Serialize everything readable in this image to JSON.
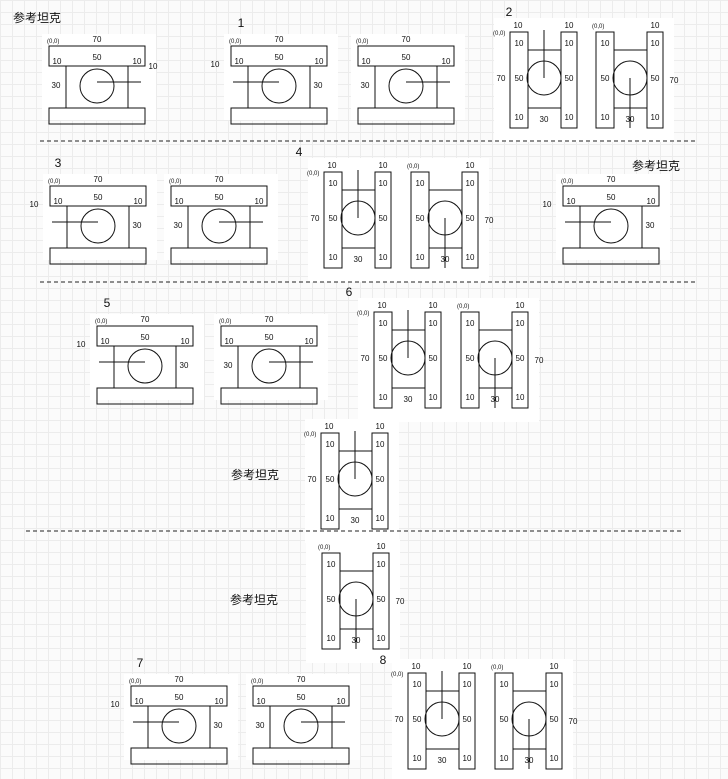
{
  "labels": {
    "origin": "(0,0)",
    "reference": "参考坦克",
    "dim70": "70",
    "dim50": "50",
    "dim30": "30",
    "dim10": "10"
  },
  "diagram_numbers": [
    "1",
    "2",
    "3",
    "4",
    "5",
    "6",
    "7",
    "8"
  ],
  "colors": {
    "stroke": "#111111",
    "frame": "#ffffff",
    "separator": "#222222",
    "grid": "#ececec"
  }
}
